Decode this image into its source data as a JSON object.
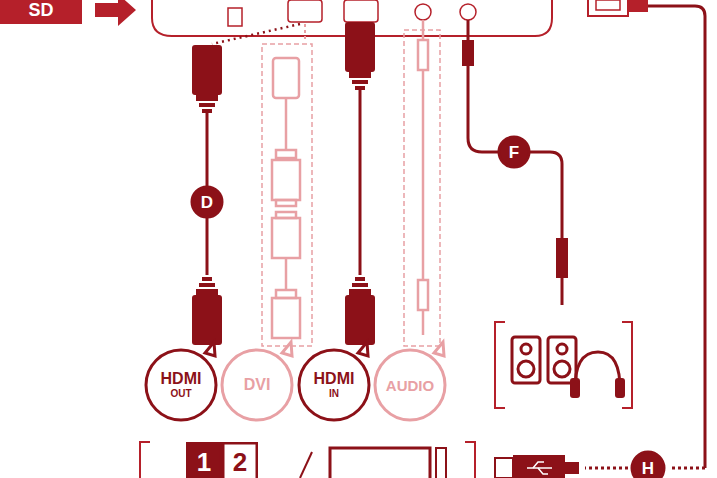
{
  "diagram": {
    "nodes": [
      {
        "text": [
          "SD"
        ]
      },
      {
        "text": [
          "D"
        ]
      },
      {
        "text": [
          "F"
        ]
      },
      {
        "text": [
          "HDMI",
          "OUT"
        ]
      },
      {
        "text": [
          "DVI"
        ]
      },
      {
        "text": [
          "HDMI",
          "IN"
        ]
      },
      {
        "text": [
          "AUDIO"
        ]
      },
      {
        "text": [
          "1"
        ]
      },
      {
        "text": [
          "2"
        ]
      },
      {
        "text": [
          "H"
        ]
      }
    ]
  }
}
